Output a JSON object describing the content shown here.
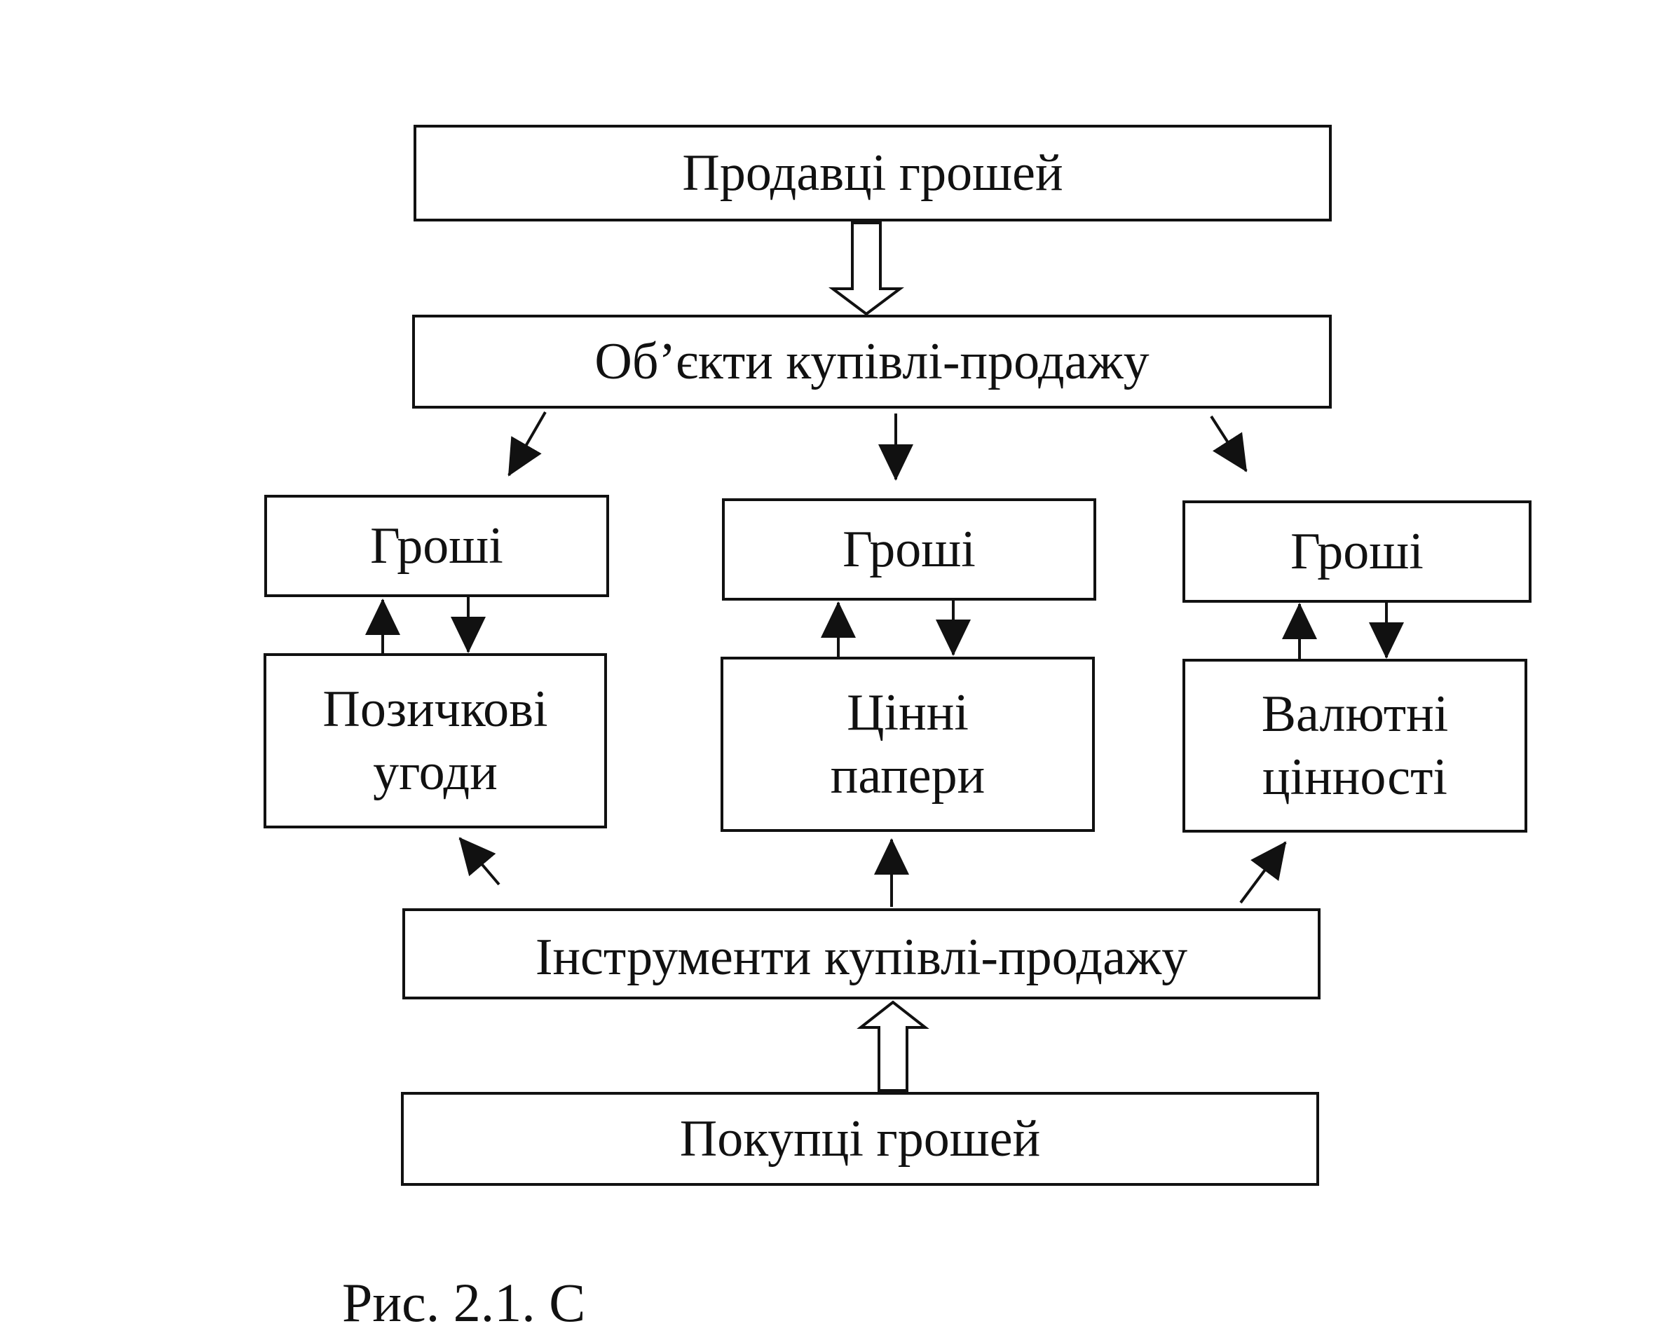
{
  "diagram": {
    "sellers": "Продавці грошей",
    "objects": "Об’єкти купівлі-продажу",
    "money_1": "Гроші",
    "money_2": "Гроші",
    "money_3": "Гроші",
    "loans": [
      "Позичкові",
      "угоди"
    ],
    "securities": [
      "Цінні",
      "папери"
    ],
    "currency": [
      "Валютні",
      "цінності"
    ],
    "instruments": "Інструменти купівлі-продажу",
    "buyers": "Покупці грошей"
  },
  "caption": "Рис. 2.1. С"
}
